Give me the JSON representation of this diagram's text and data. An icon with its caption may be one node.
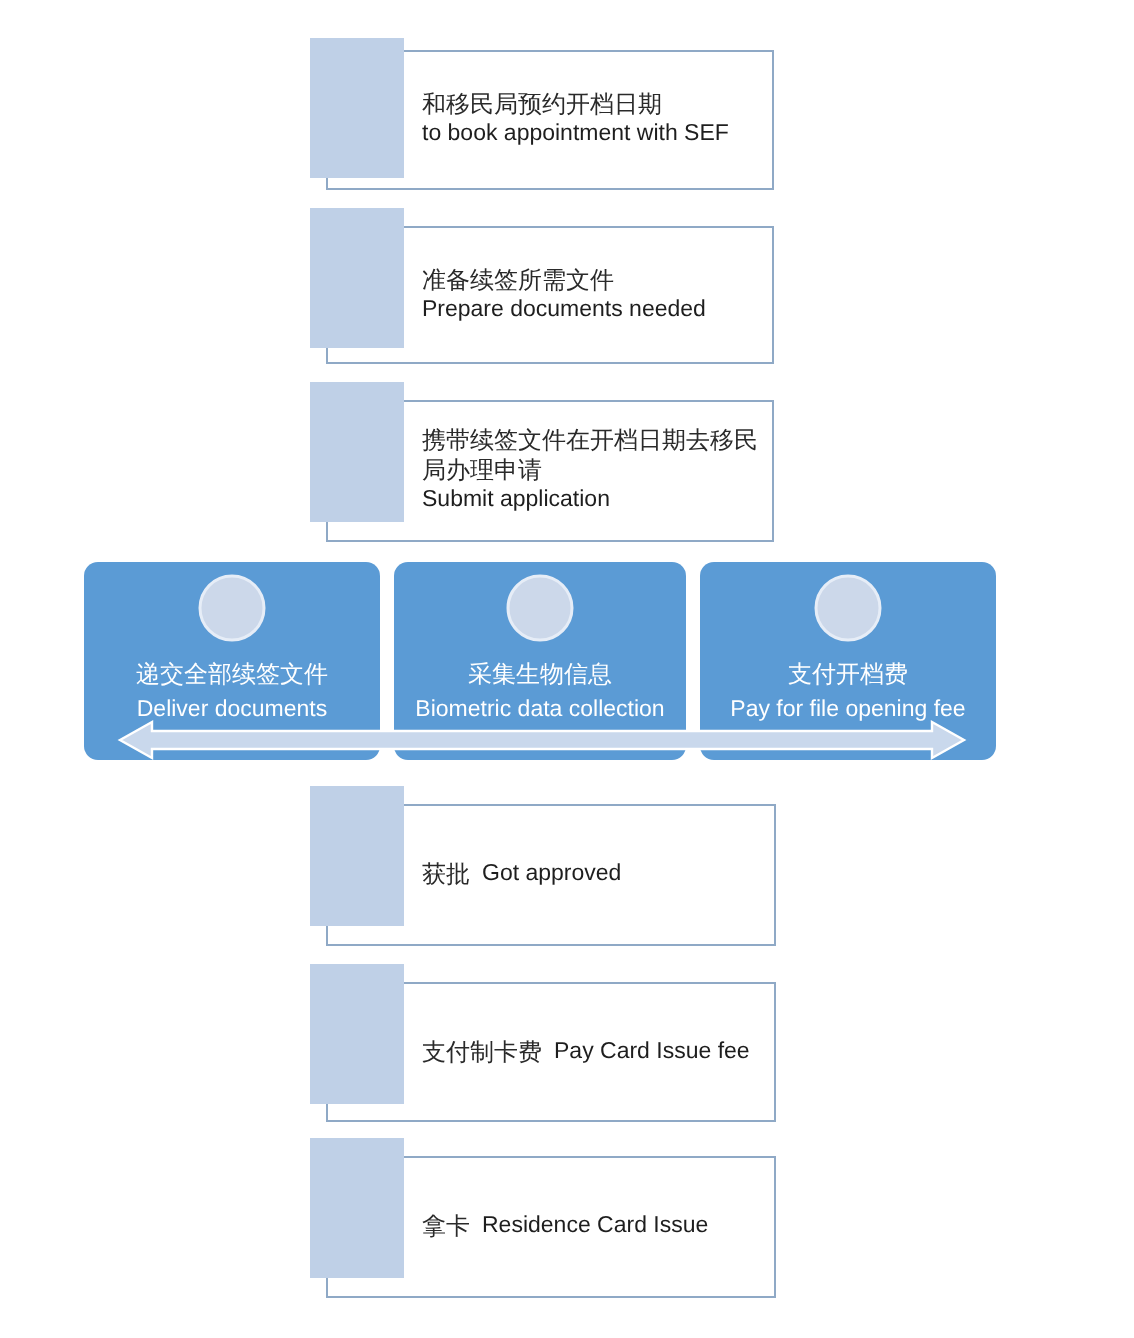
{
  "diagram": {
    "nodes": [
      {
        "text": [
          "和移民局预约开档日期",
          "to book appointment with SEF"
        ]
      },
      {
        "text": [
          "准备续签所需文件",
          "Prepare documents needed"
        ]
      },
      {
        "text": [
          "携带续签文件在开档日期去移民局办理申请",
          "Submit application"
        ]
      },
      {
        "text": [
          "递交全部续签文件",
          "Deliver documents"
        ]
      },
      {
        "text": [
          "采集生物信息",
          "Biometric data collection"
        ]
      },
      {
        "text": [
          "支付开档费",
          "Pay for file opening fee"
        ]
      },
      {
        "text": [
          "获批",
          "Got approved"
        ]
      },
      {
        "text": [
          "支付制卡费",
          "Pay Card Issue fee"
        ]
      },
      {
        "text": [
          "拿卡",
          "Residence Card Issue"
        ]
      }
    ]
  }
}
